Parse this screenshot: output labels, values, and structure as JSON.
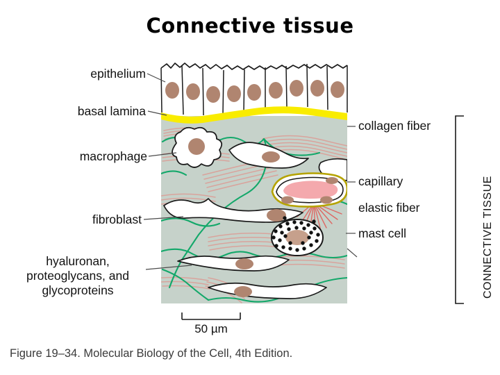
{
  "slide": {
    "title": "Connective tissue",
    "background_color": "#ffffff"
  },
  "figure": {
    "matrix_color": "#c6d2ca",
    "basal_lamina_color": "#f9ec00",
    "epithelium_fill": "#ffffff",
    "nucleus_color": "#b08570",
    "collagen_color": "#d9a39c",
    "collagen_burst_color": "#e0605c",
    "elastic_color": "#13a86a",
    "capillary_lumen_color": "#f4a9ad",
    "capillary_outline_color": "#b5a300",
    "outline_color": "#1a1a1a",
    "epithelium_cell_count": 9
  },
  "labels_left": [
    {
      "id": "epithelium",
      "text": "epithelium"
    },
    {
      "id": "basal-lamina",
      "text": "basal lamina"
    },
    {
      "id": "macrophage",
      "text": "macrophage"
    },
    {
      "id": "fibroblast",
      "text": "fibroblast"
    }
  ],
  "labels_left_multiline": {
    "id": "ground-substance",
    "text": "hyaluronan,\nproteoglycans, and\nglycoproteins"
  },
  "labels_right": [
    {
      "id": "collagen-fiber",
      "text": "collagen fiber"
    },
    {
      "id": "capillary",
      "text": "capillary"
    },
    {
      "id": "elastic-fiber",
      "text": "elastic fiber"
    },
    {
      "id": "mast-cell",
      "text": "mast cell"
    }
  ],
  "bracket": {
    "text": "CONNECTIVE TISSUE"
  },
  "scalebar": {
    "text": "50 µm"
  },
  "caption": {
    "text": "Figure 19–34. Molecular Biology of the Cell, 4th Edition."
  }
}
